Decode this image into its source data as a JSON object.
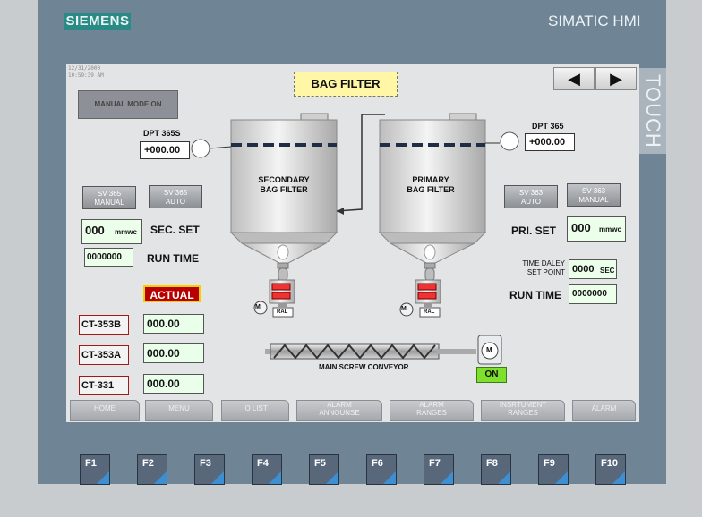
{
  "device": {
    "brand": "SIEMENS",
    "model": "SIMATIC HMI",
    "side_label": "TOUCH"
  },
  "screen": {
    "date": "12/31/2000",
    "time": "10:59:39 AM",
    "title": "BAG FILTER",
    "nav": {
      "prev": "◀",
      "next": "▶"
    },
    "manual_mode_label": "MANUAL MODE ON",
    "secondary": {
      "dpt_label": "DPT 365S",
      "dpt_value": "+000.00",
      "filter_label": [
        "SECONDARY",
        "BAG FILTER"
      ],
      "sv_manual": [
        "SV 365",
        "MANUAL"
      ],
      "sv_auto": [
        "SV 365",
        "AUTO"
      ],
      "set_value": "000",
      "set_unit": "mmwc",
      "set_label": "SEC. SET",
      "run_value": "0000000",
      "run_label": "RUN TIME"
    },
    "primary": {
      "dpt_label": "DPT 365",
      "dpt_value": "+000.00",
      "filter_label": [
        "PRIMARY",
        "BAG FILTER"
      ],
      "sv_auto": [
        "SV 363",
        "AUTO"
      ],
      "sv_manual": [
        "SV 363",
        "MANUAL"
      ],
      "set_value": "000",
      "set_unit": "mmwc",
      "set_label": "PRI. SET",
      "time_delay_label": [
        "TIME DALEY",
        "SET POINT"
      ],
      "time_delay_value": "0000",
      "time_delay_unit": "SEC",
      "run_value": "0000000",
      "run_label": "RUN TIME"
    },
    "actual_label": "ACTUAL",
    "ct": [
      {
        "label": "CT-353B",
        "value": "000.00"
      },
      {
        "label": "CT-353A",
        "value": "000.00"
      },
      {
        "label": "CT-331",
        "value": "000.00"
      }
    ],
    "motor_label": "M",
    "rail_label": "RAL",
    "conveyor_label": "MAIN SCREW CONVEYOR",
    "conveyor_status": "ON",
    "bottom_buttons": [
      [
        "HOME"
      ],
      [
        "MENU"
      ],
      [
        "IO LIST"
      ],
      [
        "ALARM",
        "ANNOUNSE"
      ],
      [
        "ALARM",
        "RANGES"
      ],
      [
        "INSRTUMENT",
        "RANGES"
      ],
      [
        "ALARM"
      ]
    ]
  },
  "function_keys": [
    "F1",
    "F2",
    "F3",
    "F4",
    "F5",
    "F6",
    "F7",
    "F8",
    "F9",
    "F10"
  ],
  "colors": {
    "bezel": "#6f8596",
    "screen": "#e3e4e6",
    "title_bg": "#fff7a6",
    "alarm_red": "#b80000",
    "on_green": "#7ee02c",
    "fkey_corner": "#3d8fd4"
  }
}
